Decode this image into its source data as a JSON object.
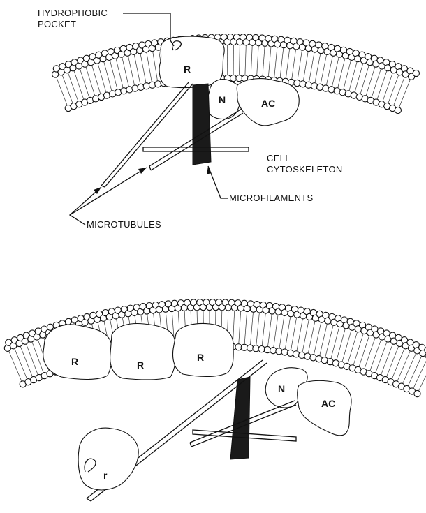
{
  "panels": [
    {
      "id": "top",
      "labels": {
        "hydrophobic_pocket_line1": "HYDROPHOBIC",
        "hydrophobic_pocket_line2": "POCKET",
        "cell_cytoskeleton_line1": "CELL",
        "cell_cytoskeleton_line2": "CYTOSKELETON",
        "microfilaments": "MICROFILAMENTS",
        "microtubules": "MICROTUBULES"
      },
      "proteins": {
        "receptor": "R",
        "n_protein": "N",
        "adenylate_cyclase": "AC"
      }
    },
    {
      "id": "bottom",
      "proteins": {
        "receptor_1": "R",
        "receptor_2": "R",
        "receptor_3": "R",
        "n_protein": "N",
        "adenylate_cyclase": "AC",
        "internalized_receptor": "r"
      }
    }
  ]
}
